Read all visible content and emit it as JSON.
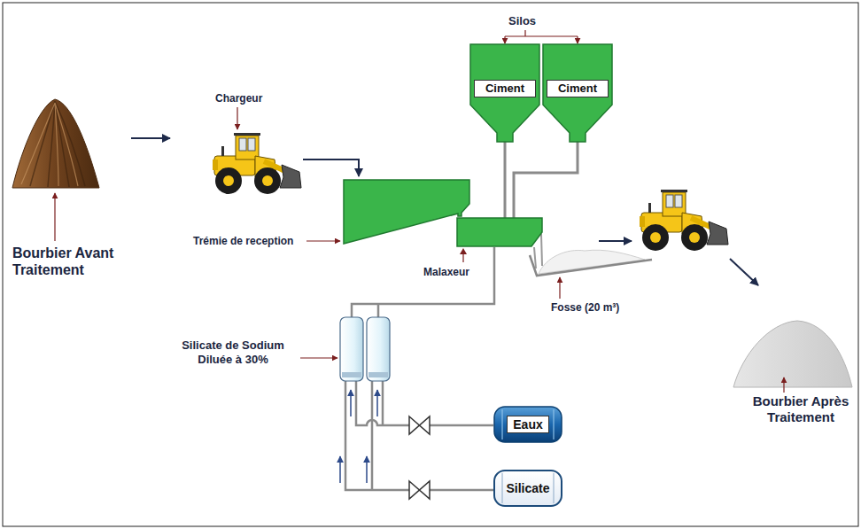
{
  "diagram": {
    "nodes": [
      {
        "text": [
          "Ciment"
        ]
      },
      {
        "text": [
          "Ciment"
        ]
      },
      {
        "text": [
          "Malaxeur"
        ]
      },
      {
        "text": [
          "Eaux"
        ]
      },
      {
        "text": [
          "Silicate"
        ]
      }
    ],
    "edges": [
      {
        "from": 0,
        "to": 2,
        "arrow": "none"
      },
      {
        "from": 1,
        "to": 2,
        "arrow": "none"
      }
    ],
    "labels": [
      "Silos",
      "Chargeur",
      "Trémie de reception",
      "Fosse (20 m³)",
      "Bourbier Avant Traitement",
      "Bourbier Après Traitement",
      "Silicate de Sodium Diluée à 30%"
    ]
  }
}
